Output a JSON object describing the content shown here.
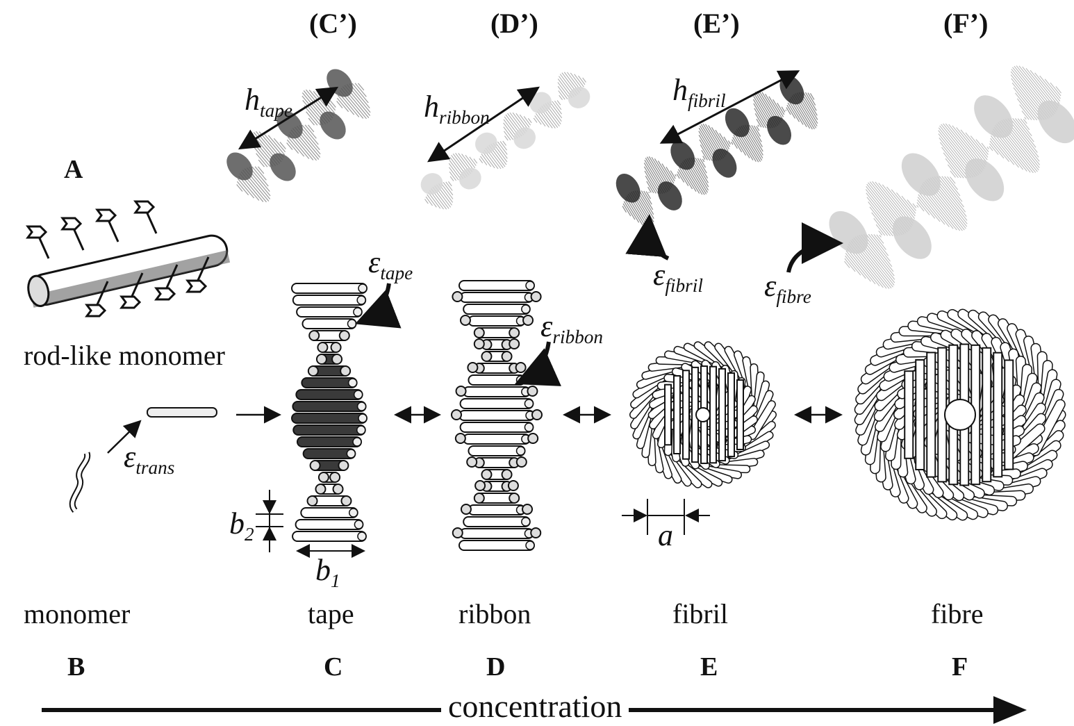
{
  "panel_labels_top": {
    "c_prime": "(C’)",
    "d_prime": "(D’)",
    "e_prime": "(E’)",
    "f_prime": "(F’)"
  },
  "panel_labels_bottom": {
    "a": "A",
    "b": "B",
    "c": "C",
    "d": "D",
    "e": "E",
    "f": "F"
  },
  "captions": {
    "rod_like": "rod-like monomer",
    "monomer": "monomer",
    "tape": "tape",
    "ribbon": "ribbon",
    "fibril": "fibril",
    "fibre": "fibre"
  },
  "symbols": {
    "h_tape": {
      "base": "h",
      "sub": "tape"
    },
    "h_ribbon": {
      "base": "h",
      "sub": "ribbon"
    },
    "h_fibril": {
      "base": "h",
      "sub": "fibril"
    },
    "eps_tape": {
      "base": "ε",
      "sub": "tape"
    },
    "eps_ribbon": {
      "base": "ε",
      "sub": "ribbon"
    },
    "eps_fibril": {
      "base": "ε",
      "sub": "fibril"
    },
    "eps_fibre": {
      "base": "ε",
      "sub": "fibre"
    },
    "eps_trans": {
      "base": "ε",
      "sub": "trans"
    },
    "b1": {
      "base": "b",
      "sub": "1"
    },
    "b2": {
      "base": "b",
      "sub": "2"
    },
    "a": "a"
  },
  "axis": {
    "label": "concentration"
  },
  "colors": {
    "ink": "#111111",
    "dark_fill": "#3a3a3a",
    "mid_grey": "#7a7a7a",
    "light_grey": "#c8c8c8"
  }
}
